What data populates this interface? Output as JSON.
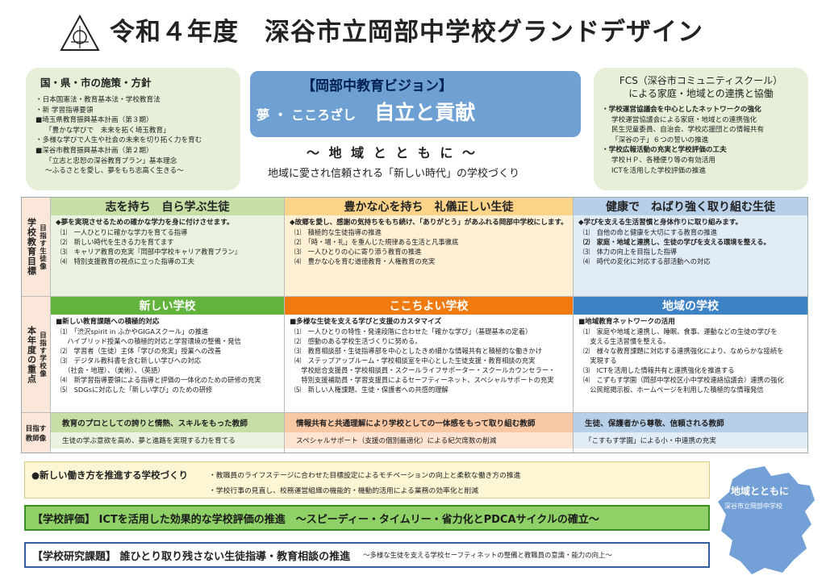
{
  "title": "令和４年度　深谷市立岡部中学校グランドデザイン",
  "logo": "school-emblem",
  "left_box": {
    "heading": "国・県・市の施策・方針",
    "items": [
      "・日本国憲法・教育基本法・学校教育法",
      "・新 学習指導要領",
      "■埼玉県教育振興基本計画（第３期）",
      "「豊かな学びで　未来を拓く埼玉教育」",
      "・多様な学びで人生や社会の未来を切り拓く力を育む",
      "■深谷市教育振興基本計画（第２期）",
      "「立志と忠恕の深谷教育プラン」基本理念",
      "～ふるさとを愛し、夢をもち志高く生きる～"
    ]
  },
  "vision": {
    "title": "【岡部中教育ビジョン】",
    "sub": "夢 ・ こころざし",
    "main": "自立と貢献",
    "tagline": "～ 地 域 と と も に ～",
    "subtagline": "地域に愛され信頼される「新しい時代」の学校づくり"
  },
  "right_box": {
    "heading1": "FCS（深谷市コミュニティスクール）",
    "heading2": "による家庭・地域との連携と協働",
    "items": [
      "・学校運営協議会を中心としたネットワークの強化",
      "学校運営協議会による家庭・地域との連携強化",
      "民生児童委員、自治会、学校応援団との情報共有",
      "「深谷の子」６つの誓いの推進",
      "・学校広報活動の充実と学校評価の工夫",
      "学校ＨＰ、各種便り等の有効活用",
      "ICTを活用した学校評価の推進"
    ]
  },
  "row1_label": "目指す生徒像",
  "row1_outer": "学校教育目標",
  "goals": [
    {
      "heading": "志を持ち　自ら学ぶ生徒",
      "lead": "◆夢を実現させるための確かな学力を身に付けさせます。",
      "items": [
        "⑴　一人ひとりに確かな学力を育てる指導",
        "⑵　新しい時代を生きる力を育てます",
        "⑶　キャリア教育の充実『岡部中学校キャリア教育プラン』",
        "⑷　特別支援教育の視点に立った指導の工夫"
      ]
    },
    {
      "heading": "豊かな心を持ち　礼儀正しい生徒",
      "lead": "◆故郷を愛し、感謝の気持ちをもち続け、「ありがとう」があふれる岡部中学校にします。",
      "items": [
        "⑴　積極的な生徒指導の推進",
        "⑵　「時・場・礼」を重んじた規律ある生活と凡事徹底",
        "⑶　一人ひとりの心に寄り添う教育の推進",
        "⑷　豊かな心を育む道徳教育・人権教育の充実"
      ]
    },
    {
      "heading": "健康で　ねばり強く取り組む生徒",
      "lead": "◆学びを支える生活習慣と身体作りに取り組みます。",
      "items": [
        "⑴　自他の命と健康を大切にする教育の推進",
        "⑵　家庭・地域と連携し、生徒の学びを支える環境を整える。",
        "⑶　体力の向上を目指した指導",
        "⑷　時代の変化に対応する部活動への対応"
      ]
    }
  ],
  "row2_label": "目指す学校像",
  "row2_outer": "本年度の重点",
  "focus": [
    {
      "heading": "新しい学校",
      "lead": "■新しい教育課題への積極的対応",
      "items": [
        "⑴　「渋沢spirit in ふかやGIGAスクール」の推進",
        "　ハイブリッド授業への積極的対応と学習環境の整備・発信",
        "⑵　学習者（生徒）主体「学びの充実」授業への改善",
        "⑶　デジタル教科書を含む新しい学びへの対応",
        "　（社会・地理）、（美術）、（英語）",
        "⑷　新学習指導要領による指導と評価の一体化のための研修の充実",
        "⑸　SDGsに対応した「新しい学び」のための研修"
      ]
    },
    {
      "heading": "ここちよい学校",
      "lead": "■多様な生徒を支える学びと支援のカスタマイズ",
      "items": [
        "⑴　一人ひとりの特性・発達段階に合わせた「確かな学び」（基礎基本の定着）",
        "⑵　感動のある学校生活づくりに努める。",
        "⑶　教育相談部・生徒指導部を中心としたきめ細かな情報共有と積極的な働きかけ",
        "⑷　ステップアップルーム・学校相談室を中心とした生徒支援・教育相談の充実",
        "　学校総合支援員・学校相談員・スクールライフサポーター・スクールカウンセラー・",
        "　特別支援補助員・学習支援員によるセーフティーネット、スペシャルサポートの充実",
        "⑸　新しい人権課題、生徒・保護者への共感的理解"
      ]
    },
    {
      "heading": "地域の学校",
      "lead": "■地域教育ネットワークの活用",
      "items": [
        "⑴　家庭や地域と連携し、睡眠、食事、運動などの生徒の学びを",
        "　支える生活習慣を整える。",
        "⑵　様々な教育課題に対応する連携強化により、なめらかな接続を",
        "　実現する",
        "⑶　ICTを活用した情報共有と連携強化を推進する",
        "⑷　こずもす学園（岡部中学校区小中学校連絡協議会）連携の強化",
        "　公民館掲示板、ホームページを利用した積極的な情報発信"
      ]
    }
  ],
  "row3_label": "目指す教師像",
  "teachers": [
    {
      "main": "教育のプロとしての誇りと情熱、スキルをもった教師",
      "sub": "生徒の学ぶ意欲を高め、夢と進路を実現する力を育てる"
    },
    {
      "main": "情報共有と共通理解により学校としての一体感をもって取り組む教師",
      "sub": "スペシャルサポート（支援の個別最適化）による紀欠席数の削減"
    },
    {
      "main": "生徒、保護者から尊敬、信頼される教師",
      "sub": "「こすもす学園」による小・中連携の充実"
    }
  ],
  "work": {
    "title": "●新しい働き方を推進する学校づくり",
    "line1": "・教職員のライフステージに合わせた目標設定によるモチベーションの向上と柔軟な働き方の推進",
    "line2": "・学校行事の見直し、校務運営組織の機能的・機動的活用による業務の効率化と削減"
  },
  "evaluation": "【学校評価】 ICTを活用した効果的な学校評価の推進　～スピーディー・タイムリー・省力化とPDCAサイクルの確立～",
  "research": {
    "main": "【学校研究課題】 誰ひとり取り残さない生徒指導・教育相談の推進",
    "sub": "～多様な生徒を支える学校セーフティネットの整備と教職員の意識・能力の向上～"
  },
  "map": {
    "text1": "地域とともに",
    "text2": "深谷市立岡部中学校"
  },
  "colors": {
    "green": "#61b33c",
    "orange": "#f07a0d",
    "blue": "#3e82c6",
    "vision": "#6fa0d3"
  }
}
